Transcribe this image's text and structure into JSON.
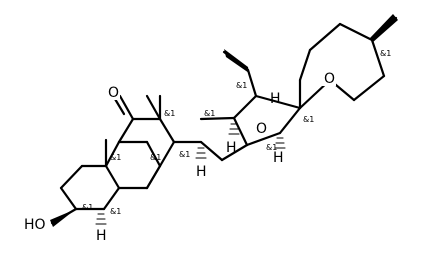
{
  "atom_labels": {
    "ketone_oxygen": "O",
    "ether_ring_oxygen": "O",
    "spiro_pyran_oxygen": "O",
    "hydroxyl": "HO",
    "h_C14": "H",
    "h_C17": "H",
    "h_C16": "H",
    "h_C5": "H",
    "h_C16_hatched": "H"
  },
  "stereo_labels": {
    "C3": "&1",
    "C5": "&1",
    "C8": "&1",
    "C10": "&1",
    "C13": "&1",
    "C14": "&1",
    "C16": "&1",
    "C17": "&1",
    "C20": "&1",
    "C22": "&1",
    "C25": "&1"
  }
}
